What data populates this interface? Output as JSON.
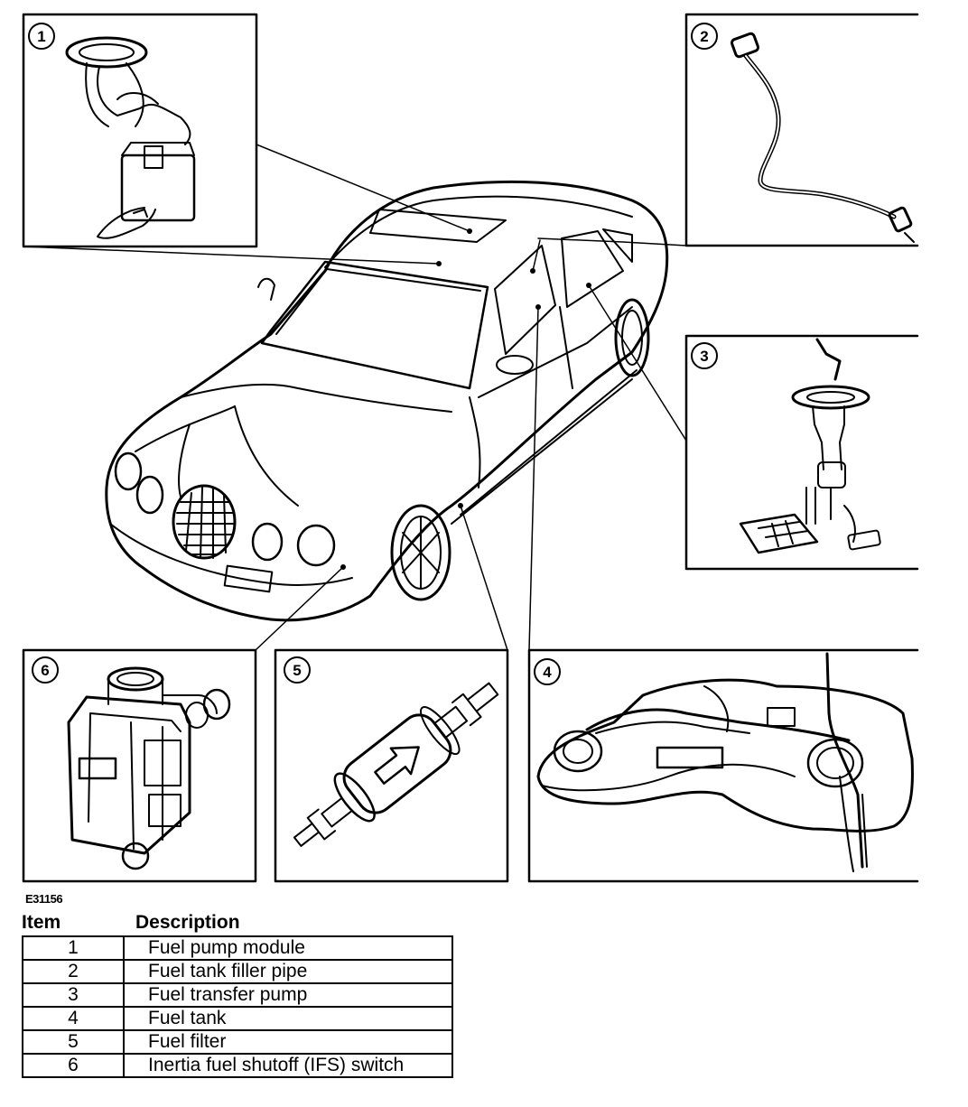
{
  "figure_id": "E31156",
  "callouts": [
    "1",
    "2",
    "3",
    "4",
    "5",
    "6"
  ],
  "table": {
    "header_item": "Item",
    "header_description": "Description",
    "rows": [
      {
        "item": "1",
        "description": "Fuel pump module"
      },
      {
        "item": "2",
        "description": "Fuel tank filler pipe"
      },
      {
        "item": "3",
        "description": "Fuel transfer pump"
      },
      {
        "item": "4",
        "description": "Fuel tank"
      },
      {
        "item": "5",
        "description": "Fuel filter"
      },
      {
        "item": "6",
        "description": "Inertia fuel shutoff (IFS) switch"
      }
    ]
  }
}
